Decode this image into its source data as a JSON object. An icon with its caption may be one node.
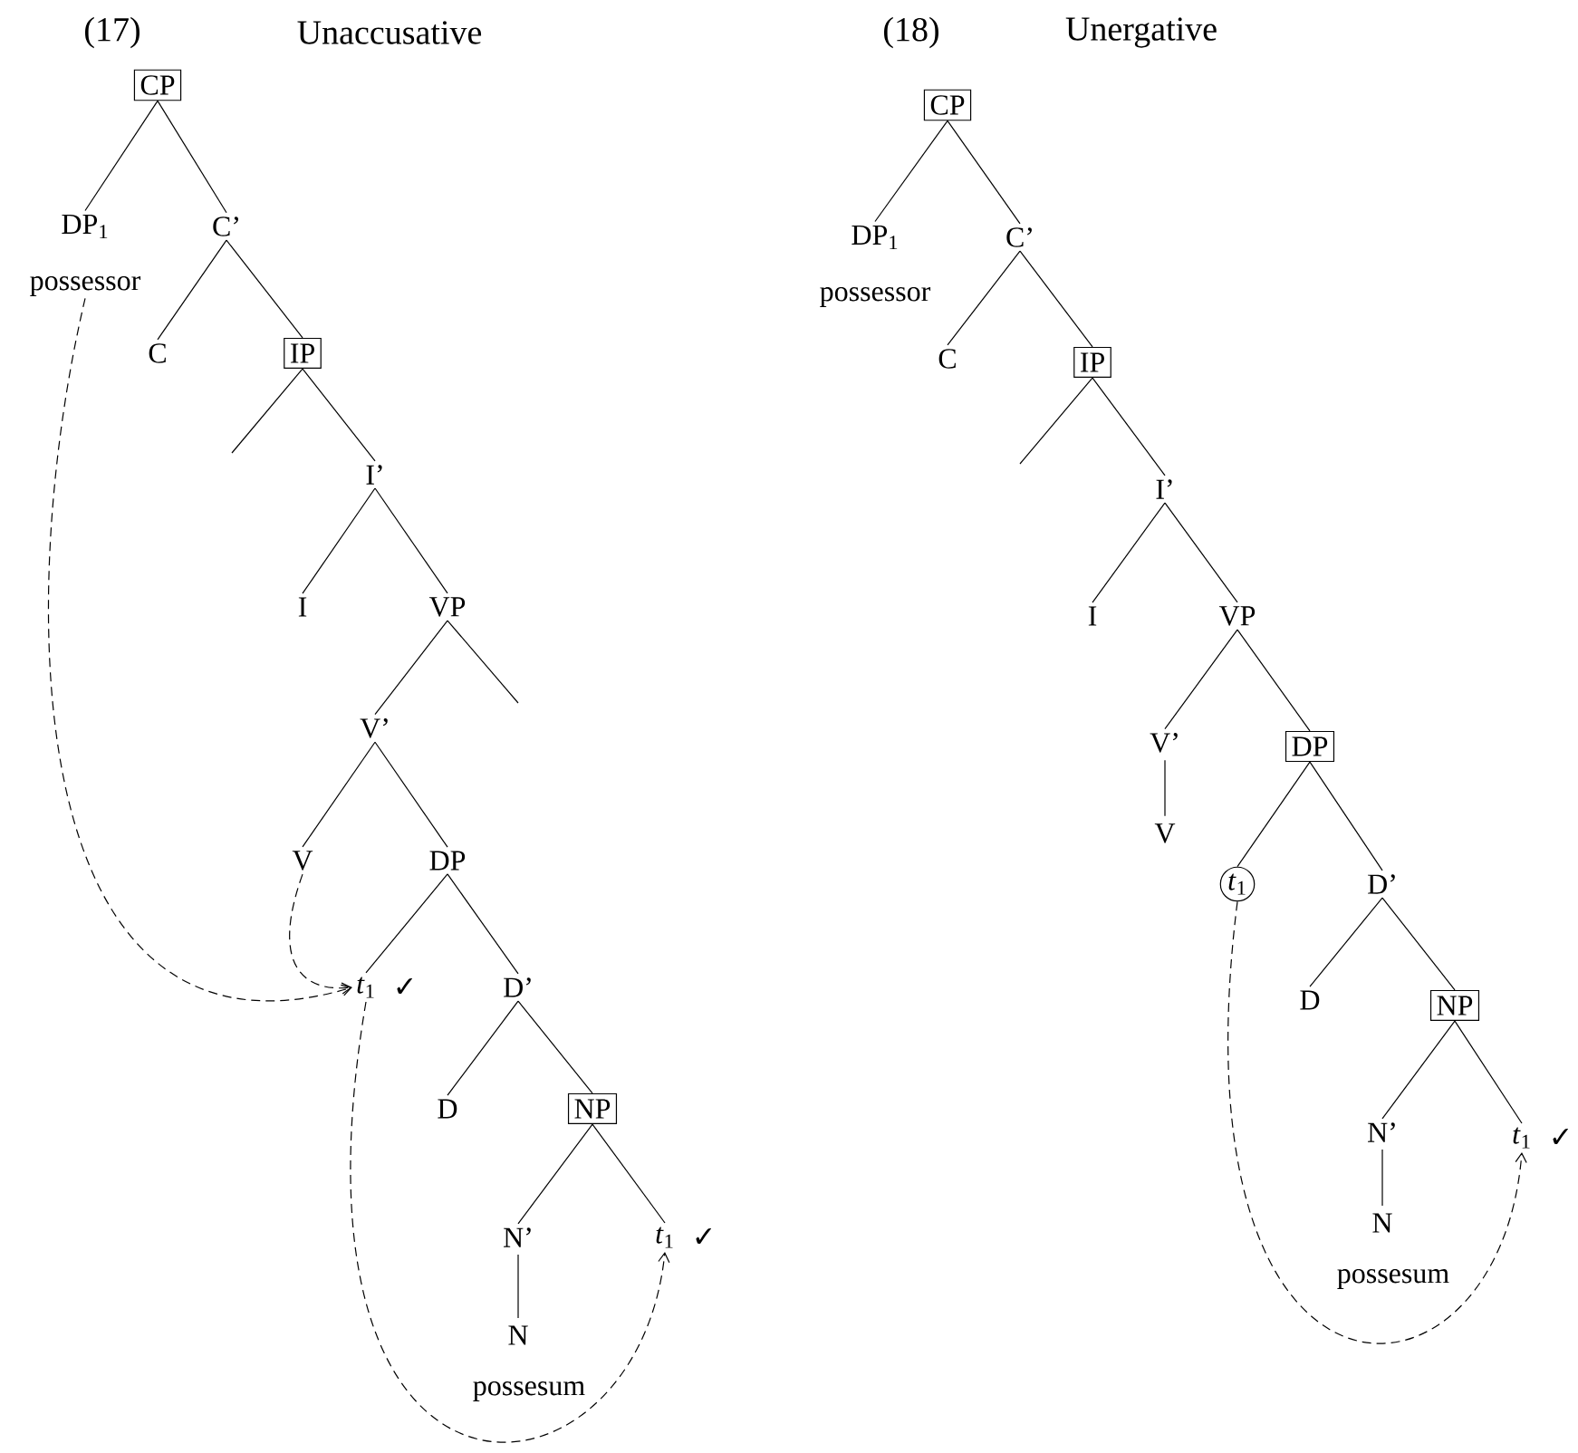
{
  "diagram": {
    "nodes": [
      {
        "text": [
          "CP"
        ]
      },
      {
        "text": [
          "DP$_{1}$"
        ],
        "beside": [
          "possessor"
        ]
      },
      {
        "text": [
          "C’"
        ]
      },
      {
        "text": [
          "C"
        ]
      },
      {
        "text": [
          "IP"
        ]
      },
      {
        "text": [
          "I’"
        ]
      },
      {
        "text": [
          "I"
        ]
      },
      {
        "text": [
          "VP"
        ]
      },
      {
        "text": [
          "V’"
        ]
      },
      {
        "text": [
          "V"
        ]
      },
      {
        "text": [
          "DP"
        ]
      },
      {
        "text": [
          "*t*$_{1}$"
        ],
        "beside": [
          "✓"
        ]
      },
      {
        "text": [
          "D’"
        ]
      },
      {
        "text": [
          "D"
        ]
      },
      {
        "text": [
          "NP"
        ]
      },
      {
        "text": [
          "N’"
        ]
      },
      {
        "text": [
          "*t*$_{1}$"
        ],
        "beside": [
          "✓"
        ]
      },
      {
        "text": [
          "N"
        ],
        "beside": [
          "possesum"
        ]
      },
      {
        "text": [
          "CP"
        ]
      },
      {
        "text": [
          "DP$_{1}$"
        ],
        "beside": [
          "possessor"
        ]
      },
      {
        "text": [
          "C’"
        ]
      },
      {
        "text": [
          "C"
        ]
      },
      {
        "text": [
          "IP"
        ]
      },
      {
        "text": [
          "I’"
        ]
      },
      {
        "text": [
          "I"
        ]
      },
      {
        "text": [
          "VP"
        ]
      },
      {
        "text": [
          "V’"
        ]
      },
      {
        "text": [
          "V"
        ]
      },
      {
        "text": [
          "DP"
        ]
      },
      {
        "text": [
          "*t*$_{1}$"
        ]
      },
      {
        "text": [
          "D’"
        ]
      },
      {
        "text": [
          "D"
        ]
      },
      {
        "text": [
          "NP"
        ]
      },
      {
        "text": [
          "N’"
        ]
      },
      {
        "text": [
          "*t*$_{1}$"
        ],
        "beside": [
          "✓"
        ]
      },
      {
        "text": [
          "N"
        ],
        "beside": [
          "possesum"
        ]
      }
    ],
    "edges": [
      {
        "from": 0,
        "to": 1,
        "arrow": "none"
      },
      {
        "from": 0,
        "to": 2,
        "arrow": "none"
      },
      {
        "from": 2,
        "to": 3,
        "arrow": "none"
      },
      {
        "from": 2,
        "to": 4,
        "arrow": "none"
      },
      {
        "from": 4,
        "to": null,
        "arrow": "none"
      },
      {
        "from": 4,
        "to": 5,
        "arrow": "none"
      },
      {
        "from": 5,
        "to": 6,
        "arrow": "none"
      },
      {
        "from": 5,
        "to": 7,
        "arrow": "none"
      },
      {
        "from": 7,
        "to": 8,
        "arrow": "none"
      },
      {
        "from": 7,
        "to": null,
        "arrow": "none"
      },
      {
        "from": 8,
        "to": 9,
        "arrow": "none"
      },
      {
        "from": 8,
        "to": 10,
        "arrow": "none"
      },
      {
        "from": 10,
        "to": 11,
        "arrow": "none"
      },
      {
        "from": 10,
        "to": 12,
        "arrow": "none"
      },
      {
        "from": 12,
        "to": 13,
        "arrow": "none"
      },
      {
        "from": 12,
        "to": 14,
        "arrow": "none"
      },
      {
        "from": 14,
        "to": 15,
        "arrow": "none"
      },
      {
        "from": 14,
        "to": 16,
        "arrow": "none"
      },
      {
        "from": 15,
        "to": 17,
        "arrow": "none"
      },
      {
        "from": 1,
        "to": 11,
        "arrow": "to",
        "style": "dashed"
      },
      {
        "from": 9,
        "to": 11,
        "arrow": "to",
        "style": "dashed"
      },
      {
        "from": 11,
        "to": 16,
        "arrow": "to",
        "style": "dashed"
      },
      {
        "from": 18,
        "to": 19,
        "arrow": "none"
      },
      {
        "from": 18,
        "to": 20,
        "arrow": "none"
      },
      {
        "from": 20,
        "to": 21,
        "arrow": "none"
      },
      {
        "from": 20,
        "to": 22,
        "arrow": "none"
      },
      {
        "from": 22,
        "to": null,
        "arrow": "none"
      },
      {
        "from": 22,
        "to": 23,
        "arrow": "none"
      },
      {
        "from": 23,
        "to": 24,
        "arrow": "none"
      },
      {
        "from": 23,
        "to": 25,
        "arrow": "none"
      },
      {
        "from": 25,
        "to": 26,
        "arrow": "none"
      },
      {
        "from": 25,
        "to": 28,
        "arrow": "none"
      },
      {
        "from": 26,
        "to": 27,
        "arrow": "none"
      },
      {
        "from": 28,
        "to": 29,
        "arrow": "none"
      },
      {
        "from": 28,
        "to": 30,
        "arrow": "none"
      },
      {
        "from": 30,
        "to": 31,
        "arrow": "none"
      },
      {
        "from": 30,
        "to": 32,
        "arrow": "none"
      },
      {
        "from": 32,
        "to": 33,
        "arrow": "none"
      },
      {
        "from": 32,
        "to": 34,
        "arrow": "none"
      },
      {
        "from": 33,
        "to": 35,
        "arrow": "none"
      },
      {
        "from": 29,
        "to": 34,
        "arrow": "to",
        "style": "dashed"
      }
    ],
    "labels": [
      "(17)",
      "Unaccusative",
      "(18)",
      "Unergative"
    ]
  }
}
